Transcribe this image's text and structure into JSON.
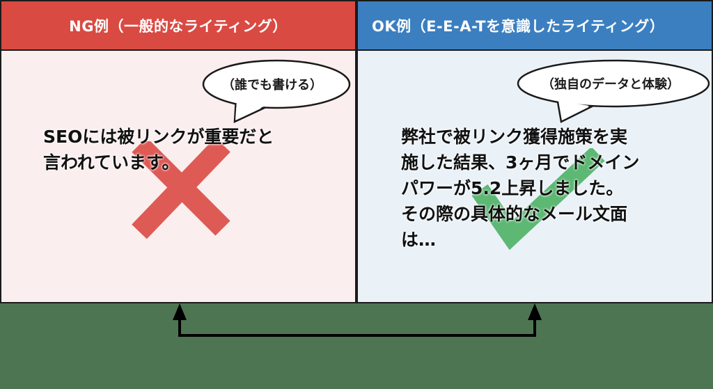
{
  "ng_panel": {
    "header": "NG例（一般的なライティング）",
    "bubble": "（誰でも書ける）",
    "text_lines": [
      "SEOには被リンクが重要だと",
      "言われています。"
    ],
    "mark_icon": "x-mark-icon",
    "color": "#d94a43",
    "bg": "#fbeeee"
  },
  "ok_panel": {
    "header": "OK例（E-E-A-Tを意識したライティング）",
    "bubble": "（独自のデータと体験）",
    "text_lines": [
      "弊社で被リンク獲得施策を実",
      "施した結果、3ヶ月でドメイン",
      "パワーが5.2上昇しました。",
      "その際の具体的なメール文面",
      "は…"
    ],
    "mark_icon": "check-mark-icon",
    "color": "#3b7fc0",
    "bg": "#eaf2f8"
  },
  "connector": {
    "icon": "double-up-arrow-bracket-icon"
  },
  "colors": {
    "background": "#4e7552",
    "x_mark": "#de5a55",
    "check_mark": "#5cb873"
  }
}
